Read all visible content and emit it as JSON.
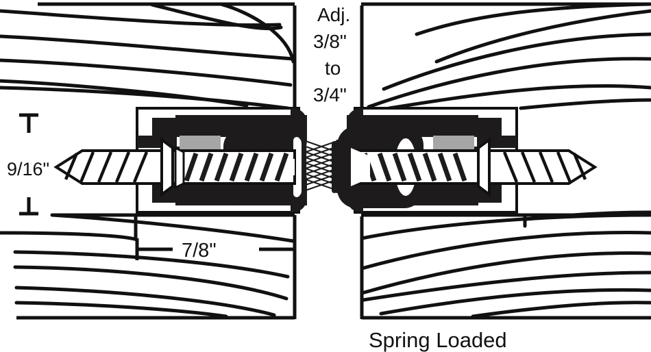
{
  "figure": {
    "title": "Spring Loaded adjustable fastener cross-section",
    "caption": "Spring Loaded",
    "colors": {
      "ink": "#111111",
      "background": "#ffffff",
      "metal_fill": "#1d1b1b",
      "cone_gray": "#a6a6a6",
      "white": "#ffffff"
    }
  },
  "labels": {
    "adjust_range": {
      "line1": "Adj.",
      "line2": "3/8\"",
      "line3": "to",
      "line4": "3/4\""
    },
    "height_dim": "9/16\"",
    "width_dim": "7/8\"",
    "caption": "Spring Loaded"
  },
  "parts": {
    "wood_top_left": "wood member upper left",
    "wood_top_right": "wood member upper right",
    "wood_bottom_left": "wood member lower left",
    "wood_bottom_right": "wood member lower right",
    "housing_left": "left bracket housing",
    "housing_right": "right bracket housing",
    "screw_left": "left lag screw",
    "screw_right": "right lag screw",
    "spring": "compression spring",
    "block_left": "left draw block",
    "block_right": "right draw block"
  },
  "dimensions": {
    "height_value": "9/16\"",
    "width_value": "7/8\"",
    "gap_min": "3/8\"",
    "gap_max": "3/4\""
  }
}
